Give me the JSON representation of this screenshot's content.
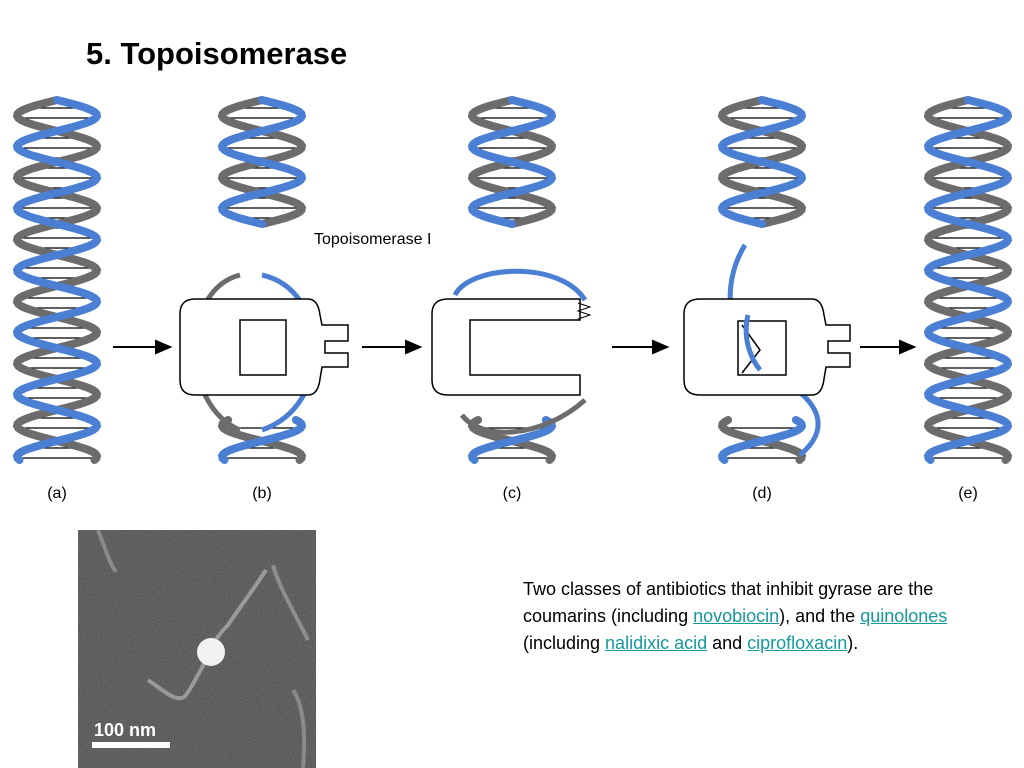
{
  "title": "5. Topoisomerase",
  "diagram": {
    "enzyme_label": "Topoisomerase I",
    "panels": [
      "(a)",
      "(b)",
      "(c)",
      "(d)",
      "(e)"
    ],
    "strand_colors": {
      "blue": "#4a7fd4",
      "gray": "#6c6c6c"
    }
  },
  "micrograph": {
    "scale_bar": "100 nm"
  },
  "description": {
    "part1": "Two classes of antibiotics that inhibit gyrase are the coumarins (including ",
    "link1": "novobiocin",
    "part2": "), and the ",
    "link2": "quinolones",
    "part3": " (including ",
    "link3": "nalidixic acid",
    "part4": " and ",
    "link4": "ciprofloxacin",
    "part5": ")."
  }
}
